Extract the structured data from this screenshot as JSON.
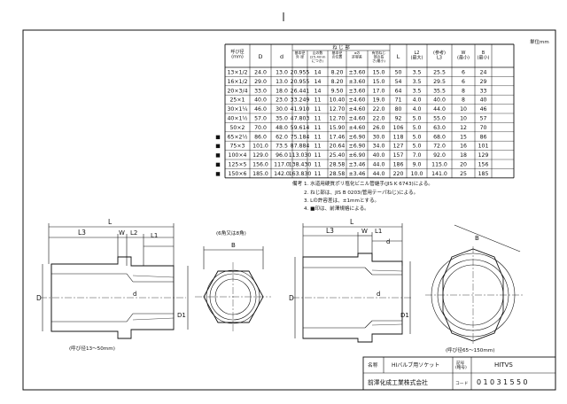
{
  "unit_note": "単位mm",
  "table": {
    "headers": {
      "size": "呼び径\n(mm)",
      "D": "D",
      "d": "d",
      "group": "ね じ 部",
      "thread_cols": [
        "基本径\n外 径",
        "山の数\n(25.4mm\nにつき)",
        "基本径\nの位置",
        "αの\n許容差",
        "有効ねじ\n部の長\nさ(最小)"
      ],
      "L": "L",
      "L2": "L2\n(最大)",
      "L3": "(参考)\nL3",
      "W": "W\n(最小)",
      "B": "B\n(最小)"
    },
    "rows": [
      {
        "mark": "",
        "size": "13×1/2",
        "D": "24.0",
        "d": "13.0",
        "od": "20.955",
        "n": "14",
        "pos": "8.20",
        "tol": "±3.60",
        "len": "15.0",
        "L": "50",
        "L2": "3.5",
        "L3": "25.5",
        "W": "6",
        "B": "24"
      },
      {
        "mark": "",
        "size": "16×1/2",
        "D": "29.0",
        "d": "13.0",
        "od": "20.955",
        "n": "14",
        "pos": "8.20",
        "tol": "±3.60",
        "len": "15.0",
        "L": "54",
        "L2": "3.5",
        "L3": "29.5",
        "W": "6",
        "B": "29"
      },
      {
        "mark": "",
        "size": "20×3/4",
        "D": "33.0",
        "d": "18.0",
        "od": "26.441",
        "n": "14",
        "pos": "9.50",
        "tol": "±3.60",
        "len": "17.0",
        "L": "64",
        "L2": "3.5",
        "L3": "35.5",
        "W": "8",
        "B": "33"
      },
      {
        "mark": "",
        "size": "25×1",
        "D": "40.0",
        "d": "23.0",
        "od": "33.249",
        "n": "11",
        "pos": "10.40",
        "tol": "±4.60",
        "len": "19.0",
        "L": "71",
        "L2": "4.0",
        "L3": "40.0",
        "W": "8",
        "B": "40"
      },
      {
        "mark": "",
        "size": "30×1¼",
        "D": "46.0",
        "d": "30.0",
        "od": "41.910",
        "n": "11",
        "pos": "12.70",
        "tol": "±4.60",
        "len": "22.0",
        "L": "80",
        "L2": "4.0",
        "L3": "44.0",
        "W": "10",
        "B": "46"
      },
      {
        "mark": "",
        "size": "40×1½",
        "D": "57.0",
        "d": "35.0",
        "od": "47.803",
        "n": "11",
        "pos": "12.70",
        "tol": "±4.60",
        "len": "22.0",
        "L": "92",
        "L2": "5.0",
        "L3": "55.0",
        "W": "10",
        "B": "57"
      },
      {
        "mark": "",
        "size": "50×2",
        "D": "70.0",
        "d": "48.0",
        "od": "59.614",
        "n": "11",
        "pos": "15.90",
        "tol": "±4.60",
        "len": "26.0",
        "L": "106",
        "L2": "5.0",
        "L3": "63.0",
        "W": "12",
        "B": "70"
      },
      {
        "mark": "■",
        "size": "65×2½",
        "D": "86.0",
        "d": "62.0",
        "od": "75.184",
        "n": "11",
        "pos": "17.46",
        "tol": "±6.90",
        "len": "30.0",
        "L": "118",
        "L2": "5.0",
        "L3": "68.0",
        "W": "15",
        "B": "86"
      },
      {
        "mark": "■",
        "size": "75×3",
        "D": "101.0",
        "d": "73.5",
        "od": "87.884",
        "n": "11",
        "pos": "20.64",
        "tol": "±6.90",
        "len": "34.0",
        "L": "127",
        "L2": "5.0",
        "L3": "72.0",
        "W": "16",
        "B": "101"
      },
      {
        "mark": "■",
        "size": "100×4",
        "D": "129.0",
        "d": "96.0",
        "od": "113.030",
        "n": "11",
        "pos": "25.40",
        "tol": "±6.90",
        "len": "40.0",
        "L": "157",
        "L2": "7.0",
        "L3": "92.0",
        "W": "18",
        "B": "129"
      },
      {
        "mark": "■",
        "size": "125×5",
        "D": "156.0",
        "d": "117.0",
        "od": "138.430",
        "n": "11",
        "pos": "28.58",
        "tol": "±3.46",
        "len": "44.0",
        "L": "186",
        "L2": "9.0",
        "L3": "115.0",
        "W": "20",
        "B": "156"
      },
      {
        "mark": "■",
        "size": "150×6",
        "D": "185.0",
        "d": "142.0",
        "od": "163.830",
        "n": "11",
        "pos": "28.58",
        "tol": "±3.46",
        "len": "44.0",
        "L": "220",
        "L2": "10.0",
        "L3": "141.0",
        "W": "25",
        "B": "185"
      }
    ]
  },
  "notes": {
    "heading": "備考",
    "items": [
      "1. 水道用硬質ポリ塩化ビニル管継手(JIS K 6743)による。",
      "2. ねじ部は、JIS B 0203(管用テーパねじ)による。",
      "3. Lの許容差は、±1mmとする。",
      "4. ■印は、前澤規格による。"
    ]
  },
  "drawing": {
    "left": {
      "L": "L",
      "L3": "L3",
      "W": "W",
      "L2": "L2",
      "L1": "L1",
      "D": "D",
      "d": "d",
      "D1": "D1",
      "caption": "(呼び径13～50mm)"
    },
    "hex_caption": "(6角又は8角)",
    "hex_B": "B",
    "right": {
      "L": "L",
      "L3": "L3",
      "W": "W",
      "L1": "L1",
      "d_top": "d",
      "D": "D",
      "D1": "D1",
      "d": "d",
      "caption": "(呼び径65～150mm)"
    },
    "oct_B": "B"
  },
  "title_block": {
    "name_label": "名称",
    "name_value": "HIバルブ用ソケット",
    "symbol_label": "記号\n(略号)",
    "symbol_value": "HITVS",
    "company": "前澤化成工業株式会社",
    "code_label": "コード",
    "code_value": "01031550"
  }
}
